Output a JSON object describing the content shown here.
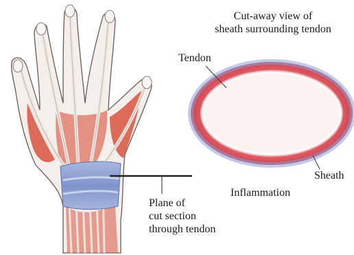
{
  "title": {
    "line1": "Cut-away view of",
    "line2": "sheath surrounding tendon"
  },
  "labels": {
    "tendon": "Tendon",
    "sheath": "Sheath",
    "inflammation": "Inflammation",
    "plane": {
      "line1": "Plane of",
      "line2": "cut section",
      "line3": "through tendon"
    }
  },
  "colors": {
    "skin": "#f2ebe4",
    "muscle": "#d9543f",
    "tendon": "#ece7e2",
    "sheath_band": "#8fa3d4",
    "inflammation": "#e0525a",
    "leader_line": "#2a1f1f"
  }
}
